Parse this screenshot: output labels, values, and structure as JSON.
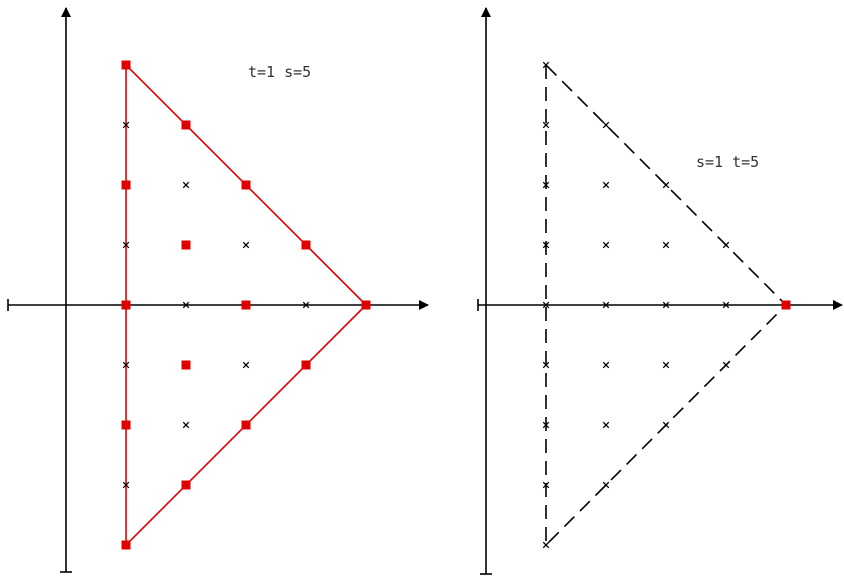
{
  "colors": {
    "axis": "#000000",
    "highlight": "#e00000",
    "background": "#ffffff"
  },
  "panels": [
    {
      "id": "left",
      "label": "t=1 s=5",
      "outline": "solid",
      "outline_color": "#e00000",
      "triangle": [
        [
          1,
          4
        ],
        [
          1,
          -4
        ],
        [
          5,
          0
        ]
      ],
      "squares": [
        [
          1,
          4
        ],
        [
          2,
          3
        ],
        [
          1,
          2
        ],
        [
          3,
          2
        ],
        [
          2,
          1
        ],
        [
          4,
          1
        ],
        [
          1,
          0
        ],
        [
          3,
          0
        ],
        [
          5,
          0
        ],
        [
          2,
          -1
        ],
        [
          4,
          -1
        ],
        [
          1,
          -2
        ],
        [
          3,
          -2
        ],
        [
          2,
          -3
        ],
        [
          1,
          -4
        ]
      ],
      "crosses": [
        [
          1,
          3
        ],
        [
          2,
          2
        ],
        [
          1,
          1
        ],
        [
          3,
          1
        ],
        [
          2,
          0
        ],
        [
          4,
          0
        ],
        [
          1,
          -1
        ],
        [
          3,
          -1
        ],
        [
          2,
          -2
        ],
        [
          1,
          -3
        ]
      ]
    },
    {
      "id": "right",
      "label": "s=1 t=5",
      "outline": "dashed",
      "outline_color": "#000000",
      "triangle": [
        [
          1,
          4
        ],
        [
          1,
          -4
        ],
        [
          5,
          0
        ]
      ],
      "squares": [
        [
          5,
          0
        ]
      ],
      "crosses": [
        [
          1,
          4
        ],
        [
          1,
          3
        ],
        [
          2,
          3
        ],
        [
          1,
          2
        ],
        [
          2,
          2
        ],
        [
          3,
          2
        ],
        [
          1,
          1
        ],
        [
          2,
          1
        ],
        [
          3,
          1
        ],
        [
          4,
          1
        ],
        [
          1,
          0
        ],
        [
          2,
          0
        ],
        [
          3,
          0
        ],
        [
          4,
          0
        ],
        [
          1,
          -1
        ],
        [
          2,
          -1
        ],
        [
          3,
          -1
        ],
        [
          4,
          -1
        ],
        [
          1,
          -2
        ],
        [
          2,
          -2
        ],
        [
          3,
          -2
        ],
        [
          1,
          -3
        ],
        [
          2,
          -3
        ],
        [
          1,
          -4
        ]
      ]
    }
  ]
}
